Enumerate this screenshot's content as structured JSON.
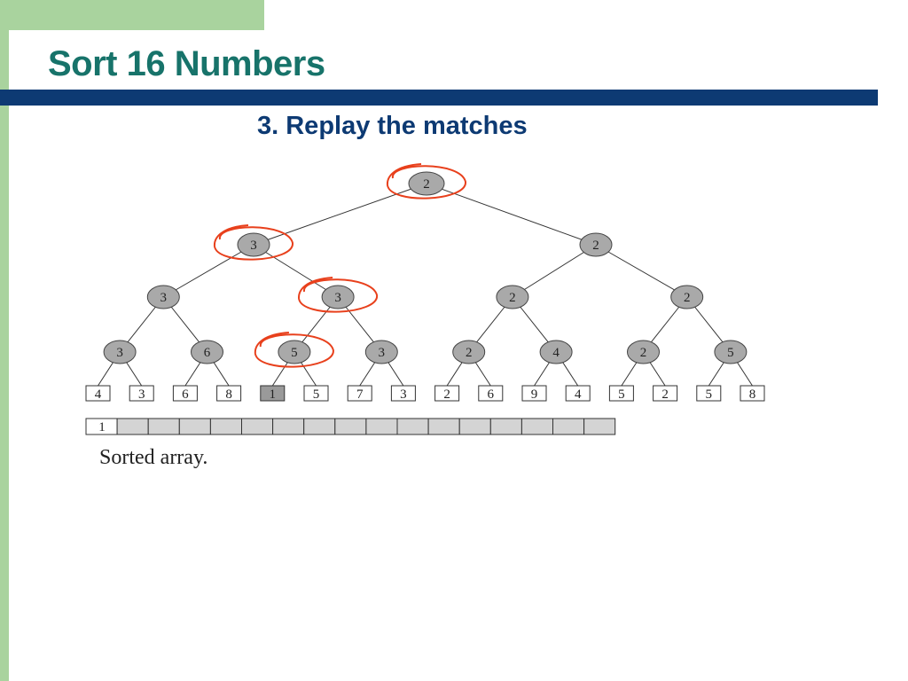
{
  "slide": {
    "title": "Sort 16 Numbers",
    "subtitle": "3. Replay the matches",
    "caption": "Sorted array."
  },
  "colors": {
    "title_text": "#17736a",
    "title_bar": "#0d3a73",
    "accent_green": "#a9d39e",
    "node_fill": "#a9a9a9",
    "highlight": "#e8401c",
    "array_cell": "#d4d4d4"
  },
  "tree": {
    "levels": [
      [
        "2"
      ],
      [
        "3",
        "2"
      ],
      [
        "3",
        "3",
        "2",
        "2"
      ],
      [
        "3",
        "6",
        "5",
        "3",
        "2",
        "4",
        "2",
        "5"
      ]
    ],
    "leaves": [
      "4",
      "3",
      "6",
      "8",
      "1",
      "5",
      "7",
      "3",
      "2",
      "6",
      "9",
      "4",
      "5",
      "2",
      "5",
      "8"
    ],
    "highlighted_leaf_index": 4,
    "circled_nodes": [
      {
        "level": 0,
        "index": 0
      },
      {
        "level": 1,
        "index": 0
      },
      {
        "level": 2,
        "index": 1
      },
      {
        "level": 3,
        "index": 2
      }
    ]
  },
  "sorted_array": {
    "cells": [
      "1",
      "",
      "",
      "",
      "",
      "",
      "",
      "",
      "",
      "",
      "",
      "",
      "",
      "",
      "",
      "",
      ""
    ]
  }
}
